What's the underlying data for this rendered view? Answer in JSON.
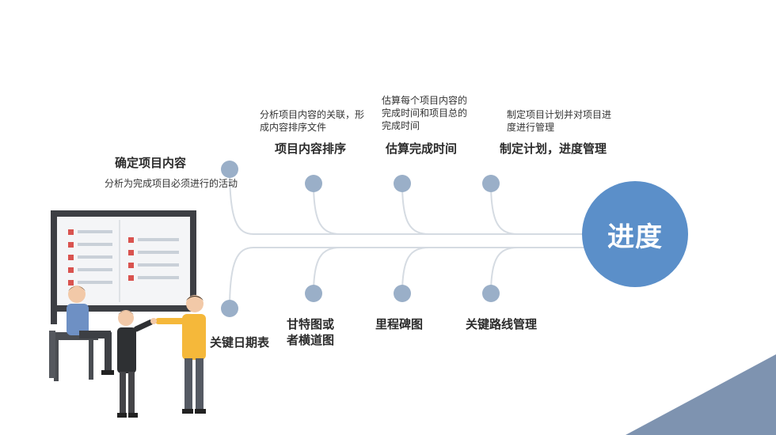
{
  "hub": {
    "label": "进度",
    "color": "#5b8fc9"
  },
  "colors": {
    "node": "#9aafc8",
    "line": "#d5dbe2",
    "corner": "#7e93b0"
  },
  "top_items": [
    {
      "title": "确定项目内容",
      "desc": "分析为完成项目必须进行的活动"
    },
    {
      "title": "项目内容排序",
      "desc": "分析项目内容的关联，形成内容排序文件"
    },
    {
      "title": "估算完成时间",
      "desc": "估算每个项目内容的完成时间和项目总的完成时间"
    },
    {
      "title": "制定计划，进度管理",
      "desc": "制定项目计划并对项目进度进行管理"
    }
  ],
  "bottom_items": [
    {
      "title": "关键日期表"
    },
    {
      "title": "甘特图或者横道图"
    },
    {
      "title": "里程碑图"
    },
    {
      "title": "关键路线管理"
    }
  ],
  "illustration": {
    "icon": "team-at-whiteboard-illustration"
  }
}
